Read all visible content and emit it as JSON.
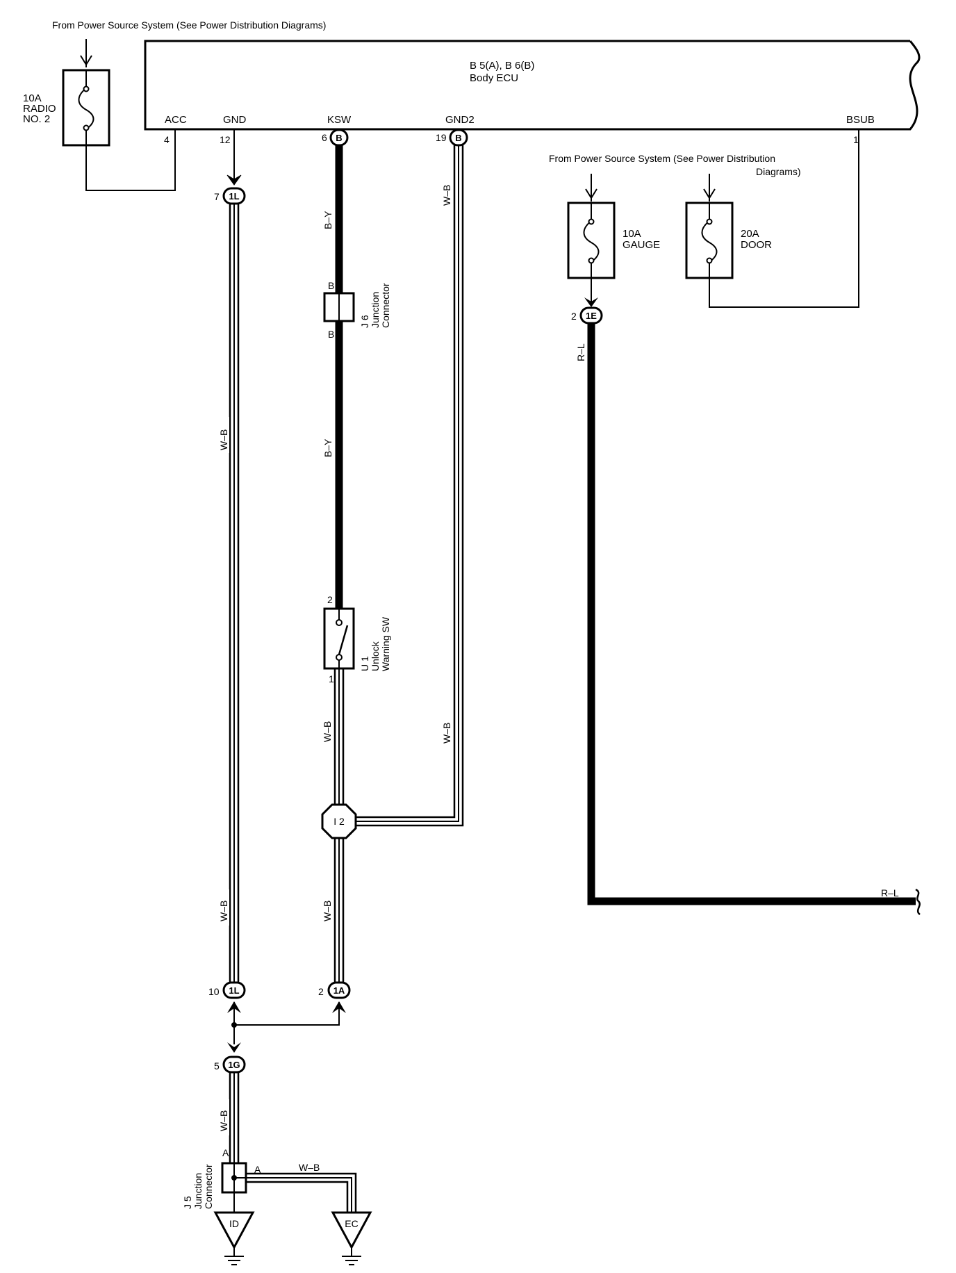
{
  "colors": {
    "line": "#000000",
    "background": "#ffffff"
  },
  "power_source_note_left": "From Power Source System (See Power Distribution Diagrams)",
  "power_source_note_right": {
    "line1": "From Power Source System (See Power Distribution",
    "line2": "Diagrams)"
  },
  "ecu": {
    "connectors": "B 5(A), B 6(B)",
    "name": "Body ECU",
    "terminals": {
      "acc": {
        "label": "ACC",
        "pin": "4"
      },
      "gnd": {
        "label": "GND",
        "pin": "12"
      },
      "ksw": {
        "label": "KSW",
        "pin": "6",
        "conn": "B"
      },
      "gnd2": {
        "label": "GND2",
        "pin": "19",
        "conn": "B"
      },
      "bsub": {
        "label": "BSUB",
        "pin": "1"
      }
    }
  },
  "fuses": {
    "radio": {
      "line1": "10A",
      "line2": "RADIO",
      "line3": "NO. 2"
    },
    "gauge": {
      "line1": "10A",
      "line2": "GAUGE"
    },
    "door": {
      "line1": "20A",
      "line2": "DOOR"
    }
  },
  "junction_connectors": {
    "j6": {
      "id": "J 6",
      "name1": "Junction",
      "name2": "Connector",
      "pin_top": "B",
      "pin_bottom": "B"
    },
    "j5": {
      "id": "J 5",
      "name1": "Junction",
      "name2": "Connector",
      "pin_top": "A",
      "pin_right": "A"
    }
  },
  "switch_u1": {
    "id": "U 1",
    "name1": "Unlock",
    "name2": "Warning SW",
    "pin_top": "2",
    "pin_bottom": "1"
  },
  "inline_connectors": {
    "c1l_top": {
      "pin": "7",
      "code": "1L"
    },
    "c1e": {
      "pin": "2",
      "code": "1E"
    },
    "c1l_bottom": {
      "pin": "10",
      "code": "1L"
    },
    "c1a": {
      "pin": "2",
      "code": "1A"
    },
    "c1g": {
      "pin": "5",
      "code": "1G"
    }
  },
  "splice": {
    "code": "I 2"
  },
  "grounds": {
    "id": "ID",
    "ec": "EC"
  },
  "wire_colors": {
    "ksw_upper": "B–Y",
    "ksw_lower": "B–Y",
    "gnd_main": "W–B",
    "gnd_lower": "W–B",
    "gnd2_upper": "W–B",
    "gnd2_lower": "W–B",
    "switch_out": "W–B",
    "splice_out": "W–B",
    "c1g_out": "W–B",
    "j5_out": "W–B",
    "gauge_upper": "R–L",
    "gauge_right": "R–L"
  }
}
